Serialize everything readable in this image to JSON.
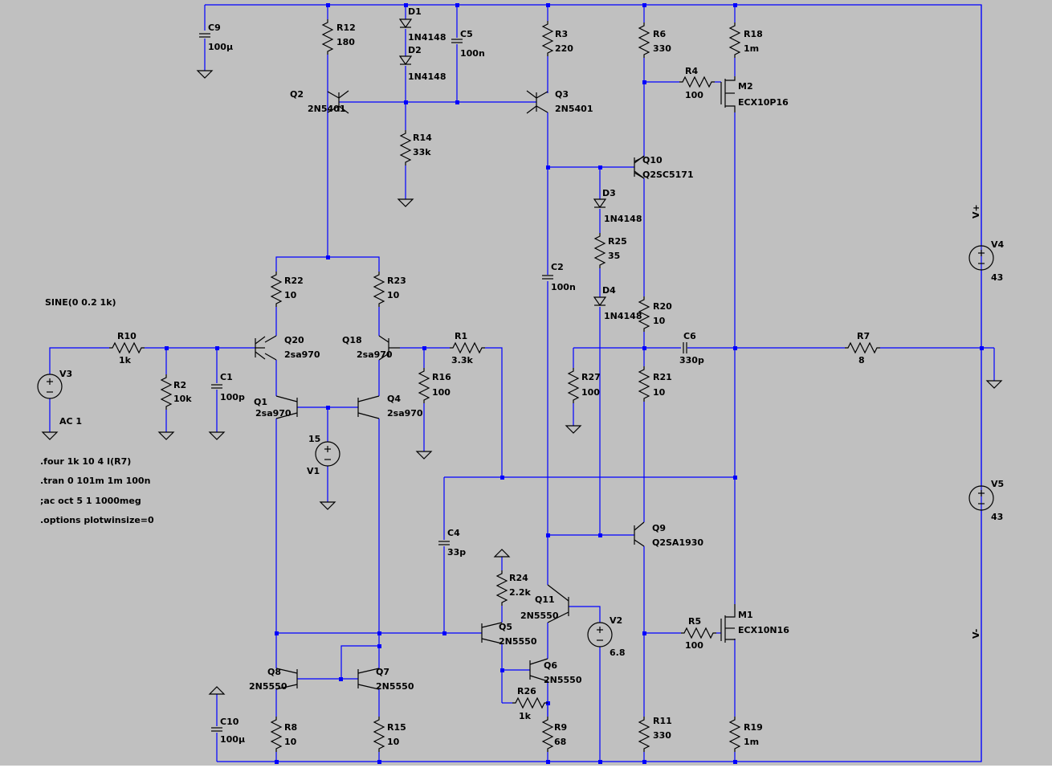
{
  "schematic": {
    "components": [
      {
        "ref": "C9",
        "value": "100µ"
      },
      {
        "ref": "R12",
        "value": "180"
      },
      {
        "ref": "D1",
        "value": "1N4148"
      },
      {
        "ref": "D2",
        "value": "1N4148"
      },
      {
        "ref": "C5",
        "value": "100n"
      },
      {
        "ref": "R3",
        "value": "220"
      },
      {
        "ref": "R6",
        "value": "330"
      },
      {
        "ref": "R18",
        "value": "1m"
      },
      {
        "ref": "R4",
        "value": "100"
      },
      {
        "ref": "M2",
        "value": "ECX10P16"
      },
      {
        "ref": "Q2",
        "value": "2N5401"
      },
      {
        "ref": "Q3",
        "value": "2N5401"
      },
      {
        "ref": "R14",
        "value": "33k"
      },
      {
        "ref": "Q10",
        "value": "Q2SC5171"
      },
      {
        "ref": "D3",
        "value": "1N4148"
      },
      {
        "ref": "R25",
        "value": "35"
      },
      {
        "ref": "D4",
        "value": "1N4148"
      },
      {
        "ref": "C2",
        "value": "100n"
      },
      {
        "ref": "R22",
        "value": "10"
      },
      {
        "ref": "R23",
        "value": "10"
      },
      {
        "ref": "R20",
        "value": "10"
      },
      {
        "ref": "C6",
        "value": "330p"
      },
      {
        "ref": "R7",
        "value": "8"
      },
      {
        "ref": "V4",
        "value": "43"
      },
      {
        "ref": "R10",
        "value": "1k"
      },
      {
        "ref": "Q20",
        "value": "2sa970"
      },
      {
        "ref": "Q18",
        "value": "2sa970"
      },
      {
        "ref": "R1",
        "value": "3.3k"
      },
      {
        "ref": "R2",
        "value": "10k"
      },
      {
        "ref": "C1",
        "value": "100p"
      },
      {
        "ref": "R16",
        "value": "100"
      },
      {
        "ref": "R27",
        "value": "100"
      },
      {
        "ref": "R21",
        "value": "10"
      },
      {
        "ref": "V3",
        "value": "AC 1"
      },
      {
        "ref": "Q1",
        "value": "2sa970"
      },
      {
        "ref": "Q4",
        "value": "2sa970"
      },
      {
        "ref": "V1",
        "value": "15"
      },
      {
        "ref": "V5",
        "value": "43"
      },
      {
        "ref": "Q9",
        "value": "Q2SA1930"
      },
      {
        "ref": "C4",
        "value": "33p"
      },
      {
        "ref": "R24",
        "value": "2.2k"
      },
      {
        "ref": "Q11",
        "value": "2N5550"
      },
      {
        "ref": "Q5",
        "value": "2N5550"
      },
      {
        "ref": "V2",
        "value": "6.8"
      },
      {
        "ref": "M1",
        "value": "ECX10N16"
      },
      {
        "ref": "R5",
        "value": "100"
      },
      {
        "ref": "Q6",
        "value": "2N5550"
      },
      {
        "ref": "Q8",
        "value": "2N5550"
      },
      {
        "ref": "Q7",
        "value": "2N5550"
      },
      {
        "ref": "R26",
        "value": "1k"
      },
      {
        "ref": "C10",
        "value": "100µ"
      },
      {
        "ref": "R8",
        "value": "10"
      },
      {
        "ref": "R15",
        "value": "10"
      },
      {
        "ref": "R9",
        "value": "68"
      },
      {
        "ref": "R11",
        "value": "330"
      },
      {
        "ref": "R19",
        "value": "1m"
      }
    ],
    "source_spec": "SINE(0 0.2 1k)",
    "net_labels": {
      "vplus": "V+",
      "vminus": "V-"
    },
    "directives": [
      ".four 1k 10 4 I(R7)",
      ".tran 0 101m 1m 100n",
      ";ac oct 5 1 1000meg",
      ".options plotwinsize=0"
    ]
  }
}
